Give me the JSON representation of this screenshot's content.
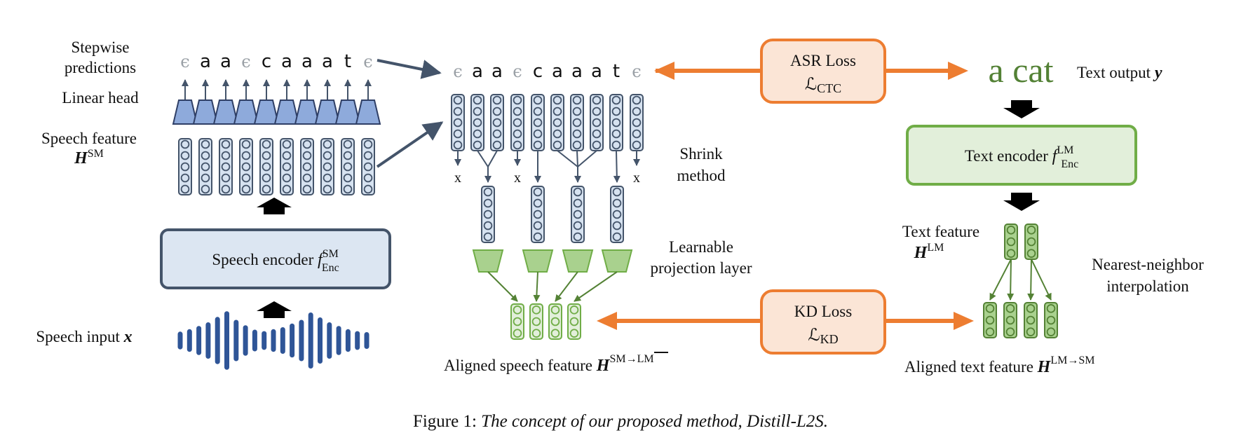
{
  "colors": {
    "speech_dark": "#44546a",
    "speech_fill": "#d6e2f0",
    "speech_box_fill": "#dce6f2",
    "head_fill": "#8eaadb",
    "wave": "#2f5597",
    "orange": "#ed7d31",
    "orange_fill": "#fbe5d6",
    "green_dark": "#548235",
    "green_border": "#70ad47",
    "green_fill": "#e2efda",
    "green_mid": "#a9d18e",
    "text_output": "#538135"
  },
  "left": {
    "stepwise_label": [
      "Stepwise",
      "predictions"
    ],
    "linear_head_label": "Linear head",
    "speech_feature_label": "Speech feature",
    "speech_feature_symbol": "H",
    "speech_feature_sup": "SM",
    "speech_encoder_label": "Speech encoder ",
    "speech_encoder_f": "f",
    "speech_encoder_sup": "SM",
    "speech_encoder_sub": "Enc",
    "speech_input_label": "Speech input ",
    "speech_input_symbol": "x"
  },
  "tokens": [
    "ϵ",
    "a",
    "a",
    "ϵ",
    "c",
    "a",
    "a",
    "a",
    "t",
    "ϵ"
  ],
  "middle": {
    "drop_marks": [
      "x",
      "x",
      "x"
    ],
    "shrink_label": [
      "Shrink",
      "method"
    ],
    "projection_label": [
      "Learnable",
      "projection layer"
    ],
    "aligned_speech_label": "Aligned speech feature ",
    "aligned_speech_symbol": "H",
    "aligned_speech_sup": "SM→LM"
  },
  "asr_loss": {
    "title": "ASR Loss",
    "symbol": "ℒ",
    "sub": "CTC"
  },
  "kd_loss": {
    "title": "KD Loss",
    "symbol": "ℒ",
    "sub": "KD"
  },
  "right": {
    "text_output_value": "a cat",
    "text_output_label": "Text output ",
    "text_output_symbol": "y",
    "text_encoder_label": "Text encoder ",
    "text_encoder_f": "f",
    "text_encoder_sup": "LM",
    "text_encoder_sub": "Enc",
    "text_feature_label": "Text feature",
    "text_feature_symbol": "H",
    "text_feature_sup": "LM",
    "nn_label": [
      "Nearest-neighbor",
      "interpolation"
    ],
    "aligned_text_label": "Aligned text feature ",
    "aligned_text_symbol": "H",
    "aligned_text_sup": "LM→SM"
  },
  "caption": {
    "prefix": "Figure 1: ",
    "text": "The concept of our proposed method, Distill-L2S."
  }
}
